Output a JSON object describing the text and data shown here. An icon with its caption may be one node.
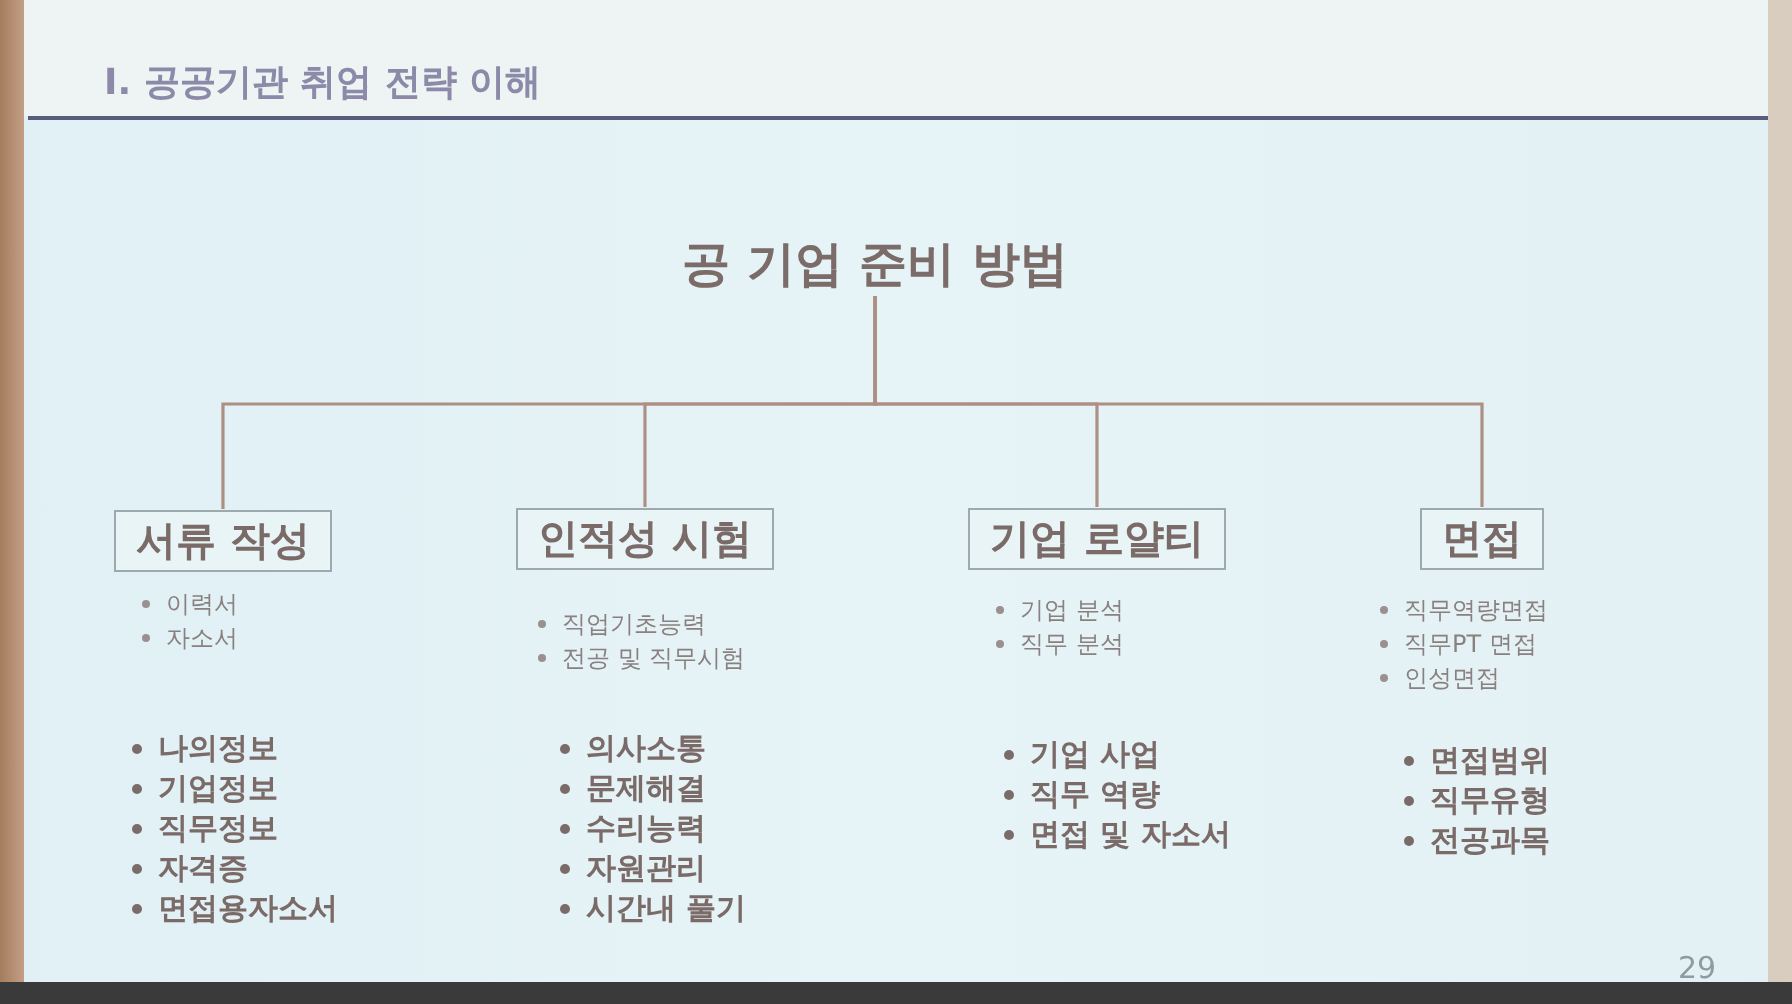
{
  "diagram": {
    "title": "I. 공공기관 취업 전략 이해",
    "nodes": [
      {
        "text": [
          "공 기업 준비 방법"
        ]
      },
      {
        "text": [
          "서류 작성"
        ],
        "beside": [
          "이력서",
          "자소서",
          "나의정보",
          "기업정보",
          "직무정보",
          "자격증",
          "면접용자소서"
        ]
      },
      {
        "text": [
          "인적성 시험"
        ],
        "beside": [
          "직업기초능력",
          "전공 및 직무시험",
          "의사소통",
          "문제해결",
          "수리능력",
          "자원관리",
          "시간내 풀기"
        ]
      },
      {
        "text": [
          "기업 로얄티"
        ],
        "beside": [
          "기업 분석",
          "직무 분석",
          "기업 사업",
          "직무 역량",
          "면접 및 자소서"
        ]
      },
      {
        "text": [
          "면접"
        ],
        "beside": [
          "직무역량면접",
          "직무PT 면접",
          "인성면접",
          "면접범위",
          "직무유형",
          "전공과목"
        ]
      }
    ],
    "edges": [
      {
        "from": 0,
        "to": 1,
        "arrow": "none"
      },
      {
        "from": 0,
        "to": 2,
        "arrow": "none"
      },
      {
        "from": 0,
        "to": 3,
        "arrow": "none"
      },
      {
        "from": 0,
        "to": 4,
        "arrow": "none"
      }
    ],
    "labels": [
      "29"
    ]
  }
}
